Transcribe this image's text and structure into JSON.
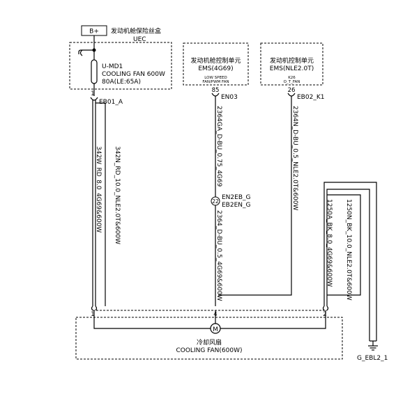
{
  "power": {
    "b_plus": "B+",
    "fuse_box": "发动机舱保险丝盒",
    "uec": "UEC"
  },
  "fuse": {
    "name": "U-MD1",
    "desc": "COOLING FAN 600W",
    "rating": "80A(LE:65A)",
    "pin": "1",
    "connector": "EB01_A"
  },
  "ecu1": {
    "title": "发动机舱控制单元",
    "model": "EMS(4G69)",
    "pin_desc_1": "LOW SPEED",
    "pin_desc_2": "FAN/PWM FAN",
    "pin": "85",
    "connector": "EN03"
  },
  "ecu2": {
    "title": "发动机控制单元",
    "model": "EMS(NLE2.0T)",
    "pin_desc_1": "K26",
    "pin_desc_2": "O_T_FAN",
    "pin": "26",
    "connector": "EB02_K1"
  },
  "wires": {
    "w1a": "342W_RD_8.0_4G69&600W",
    "w1b": "342N_RD_10.0_NLE2.0T&600W",
    "w2a": "2364GA_D-BU_0.75_4G69",
    "w2b": "2364_D-BU_0.5_4G69&600W",
    "w3": "2364N_D-BU_0.5_NLE2.0T&600W",
    "w4a": "1250A_BK_8.0_4G69&600W",
    "w4b": "1250N_BK_10.0_NLE2.0T&600W"
  },
  "splice": {
    "pin": "22",
    "name1": "EN2EB_G",
    "name2": "EB2EN_G"
  },
  "fan": {
    "pin1": "1",
    "pin4": "4",
    "pin2": "2",
    "motor": "M",
    "name_cn": "冷却风扇",
    "name_en": "COOLING FAN(600W)"
  },
  "ground": {
    "label": "G_EBL2_1"
  }
}
